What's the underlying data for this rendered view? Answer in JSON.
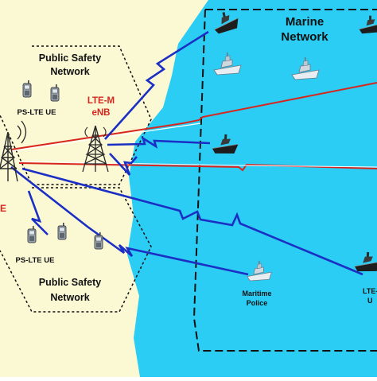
{
  "labels": {
    "marine_network_line1": "Marine",
    "marine_network_line2": "Network",
    "psn_top_line1": "Public Safety",
    "psn_top_line2": "Network",
    "psn_bottom_line1": "Public Safety",
    "psn_bottom_line2": "Network",
    "ps_lte_ue_top": "PS-LTE UE",
    "ps_lte_ue_bottom": "PS-LTE UE",
    "lte_m_enb_line1": "LTE-M",
    "lte_m_enb_line2": "eNB",
    "left_fragment": "E",
    "maritime_police_line1": "Maritime",
    "maritime_police_line2": "Police",
    "lte_ue_right_line1": "LTE-",
    "lte_ue_right_line2": "U"
  },
  "colors": {
    "sea": "#2bcdf4",
    "land": "#fbf8d4",
    "blue_link": "#1c2fc4",
    "red_link": "#d8261e",
    "accent_label": "#d8261e",
    "tower": "#2a2a2a",
    "boundary": "#111111"
  },
  "icons": {
    "ship": "ship-icon",
    "boat": "patrol-boat-icon",
    "tower": "cell-tower-icon",
    "handset": "handset-icon",
    "lightning": "lightning-link-icon"
  }
}
